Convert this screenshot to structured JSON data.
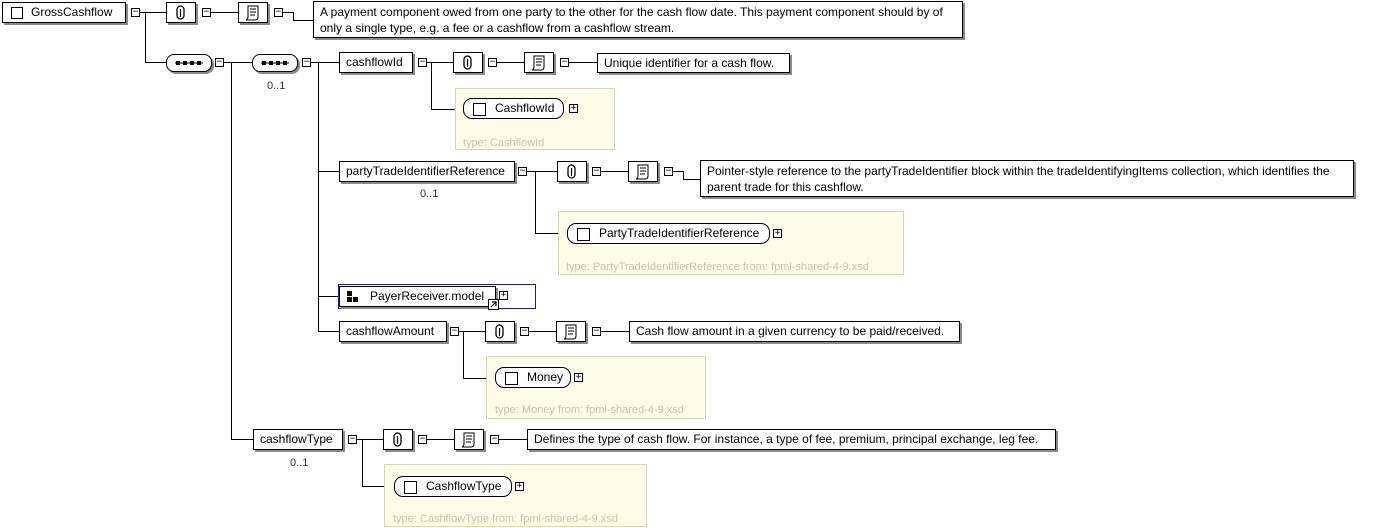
{
  "root": {
    "label": "GrossCashflow",
    "doc": "A payment component owed from one party to the other for the cash flow date. This payment component should by of only a single type, e.g. a fee or a cashflow from a cashflow stream."
  },
  "sequence_card": "0..1",
  "cashflowId": {
    "label": "cashflowId",
    "doc": "Unique identifier for a cash flow.",
    "type_name": "CashflowId",
    "type_label": "type: CashflowId"
  },
  "partyTradeIdentifierReference": {
    "label": "partyTradeIdentifierReference",
    "card": "0..1",
    "doc": "Pointer-style reference to the partyTradeIdentifier block within the tradeIdentifyingItems collection, which identifies the parent trade for this cashflow.",
    "type_name": "PartyTradeIdentifierReference",
    "type_label": "type: PartyTradeIdentifierReference from: fpml-shared-4-9.xsd"
  },
  "payerReceiver": {
    "label": "PayerReceiver.model"
  },
  "cashflowAmount": {
    "label": "cashflowAmount",
    "doc": "Cash flow amount in a given currency to be paid/received.",
    "type_name": "Money",
    "type_label": "type: Money from: fpml-shared-4-9.xsd"
  },
  "cashflowType": {
    "label": "cashflowType",
    "card": "0..1",
    "doc": "Defines the type of cash flow. For instance, a type of fee, premium, principal exchange, leg fee.",
    "type_name": "CashflowType",
    "type_label": "type: CashflowType from: fpml-shared-4-9.xsd"
  },
  "icons": [
    "attachment-icon",
    "documentation-scroll-icon",
    "sequence-compositor-icon",
    "model-group-icon",
    "link-arrow-icon",
    "expand-plus-icon",
    "collapse-minus-icon"
  ],
  "colors": {
    "type_box_bg": "#fefde7",
    "type_label": "#c4c4b0",
    "group_border": "#1a1aa8"
  }
}
